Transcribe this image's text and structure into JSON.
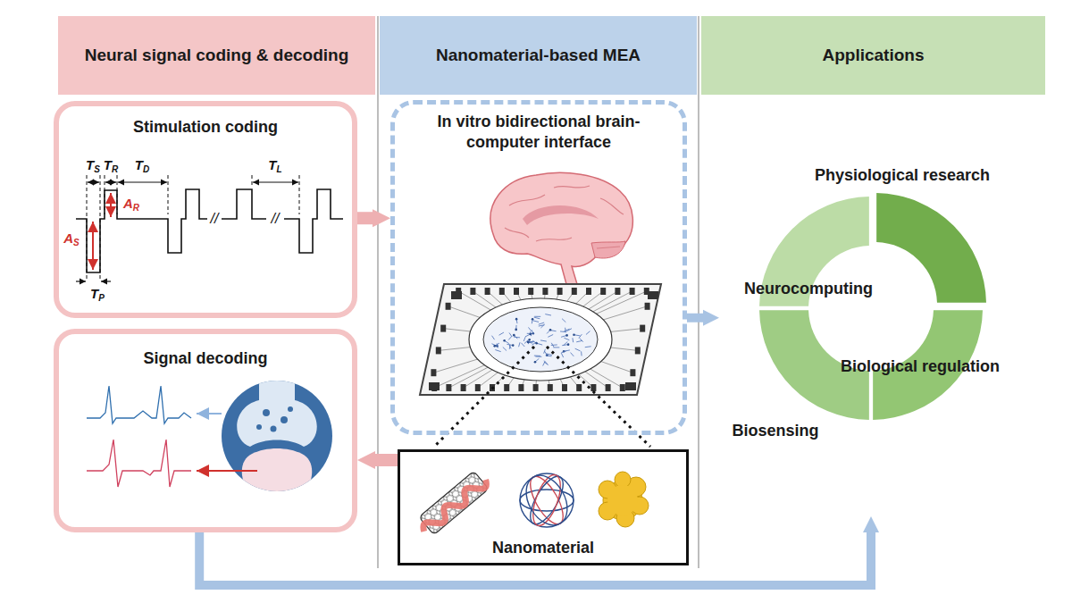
{
  "diagram": {
    "nodes": [
      {
        "text": [
          "Neural signal coding & decoding"
        ]
      },
      {
        "text": [
          "Nanomaterial-based MEA"
        ]
      },
      {
        "text": [
          "Applications"
        ]
      },
      {
        "text": [
          "Stimulation coding"
        ]
      },
      {
        "text": [
          "Signal decoding"
        ]
      },
      {
        "text": [
          "In vitro bidirectional brain-computer interface"
        ]
      },
      {
        "text": [
          "Nanomaterial"
        ]
      },
      {
        "text": [
          "Physiological research",
          "Neurocomputing",
          "Biological regulation",
          "Biosensing"
        ]
      }
    ],
    "edges": [
      {
        "from": 3,
        "to": 5,
        "arrow": "to"
      },
      {
        "from": 6,
        "to": 4,
        "arrow": "to"
      },
      {
        "from": 5,
        "to": 7,
        "arrow": "to"
      },
      {
        "from": 4,
        "to": 7,
        "arrow": "to"
      }
    ],
    "labels": [
      "TS",
      "TR",
      "TD",
      "TL",
      "AR",
      "AS",
      "TP",
      "//",
      "//"
    ]
  }
}
